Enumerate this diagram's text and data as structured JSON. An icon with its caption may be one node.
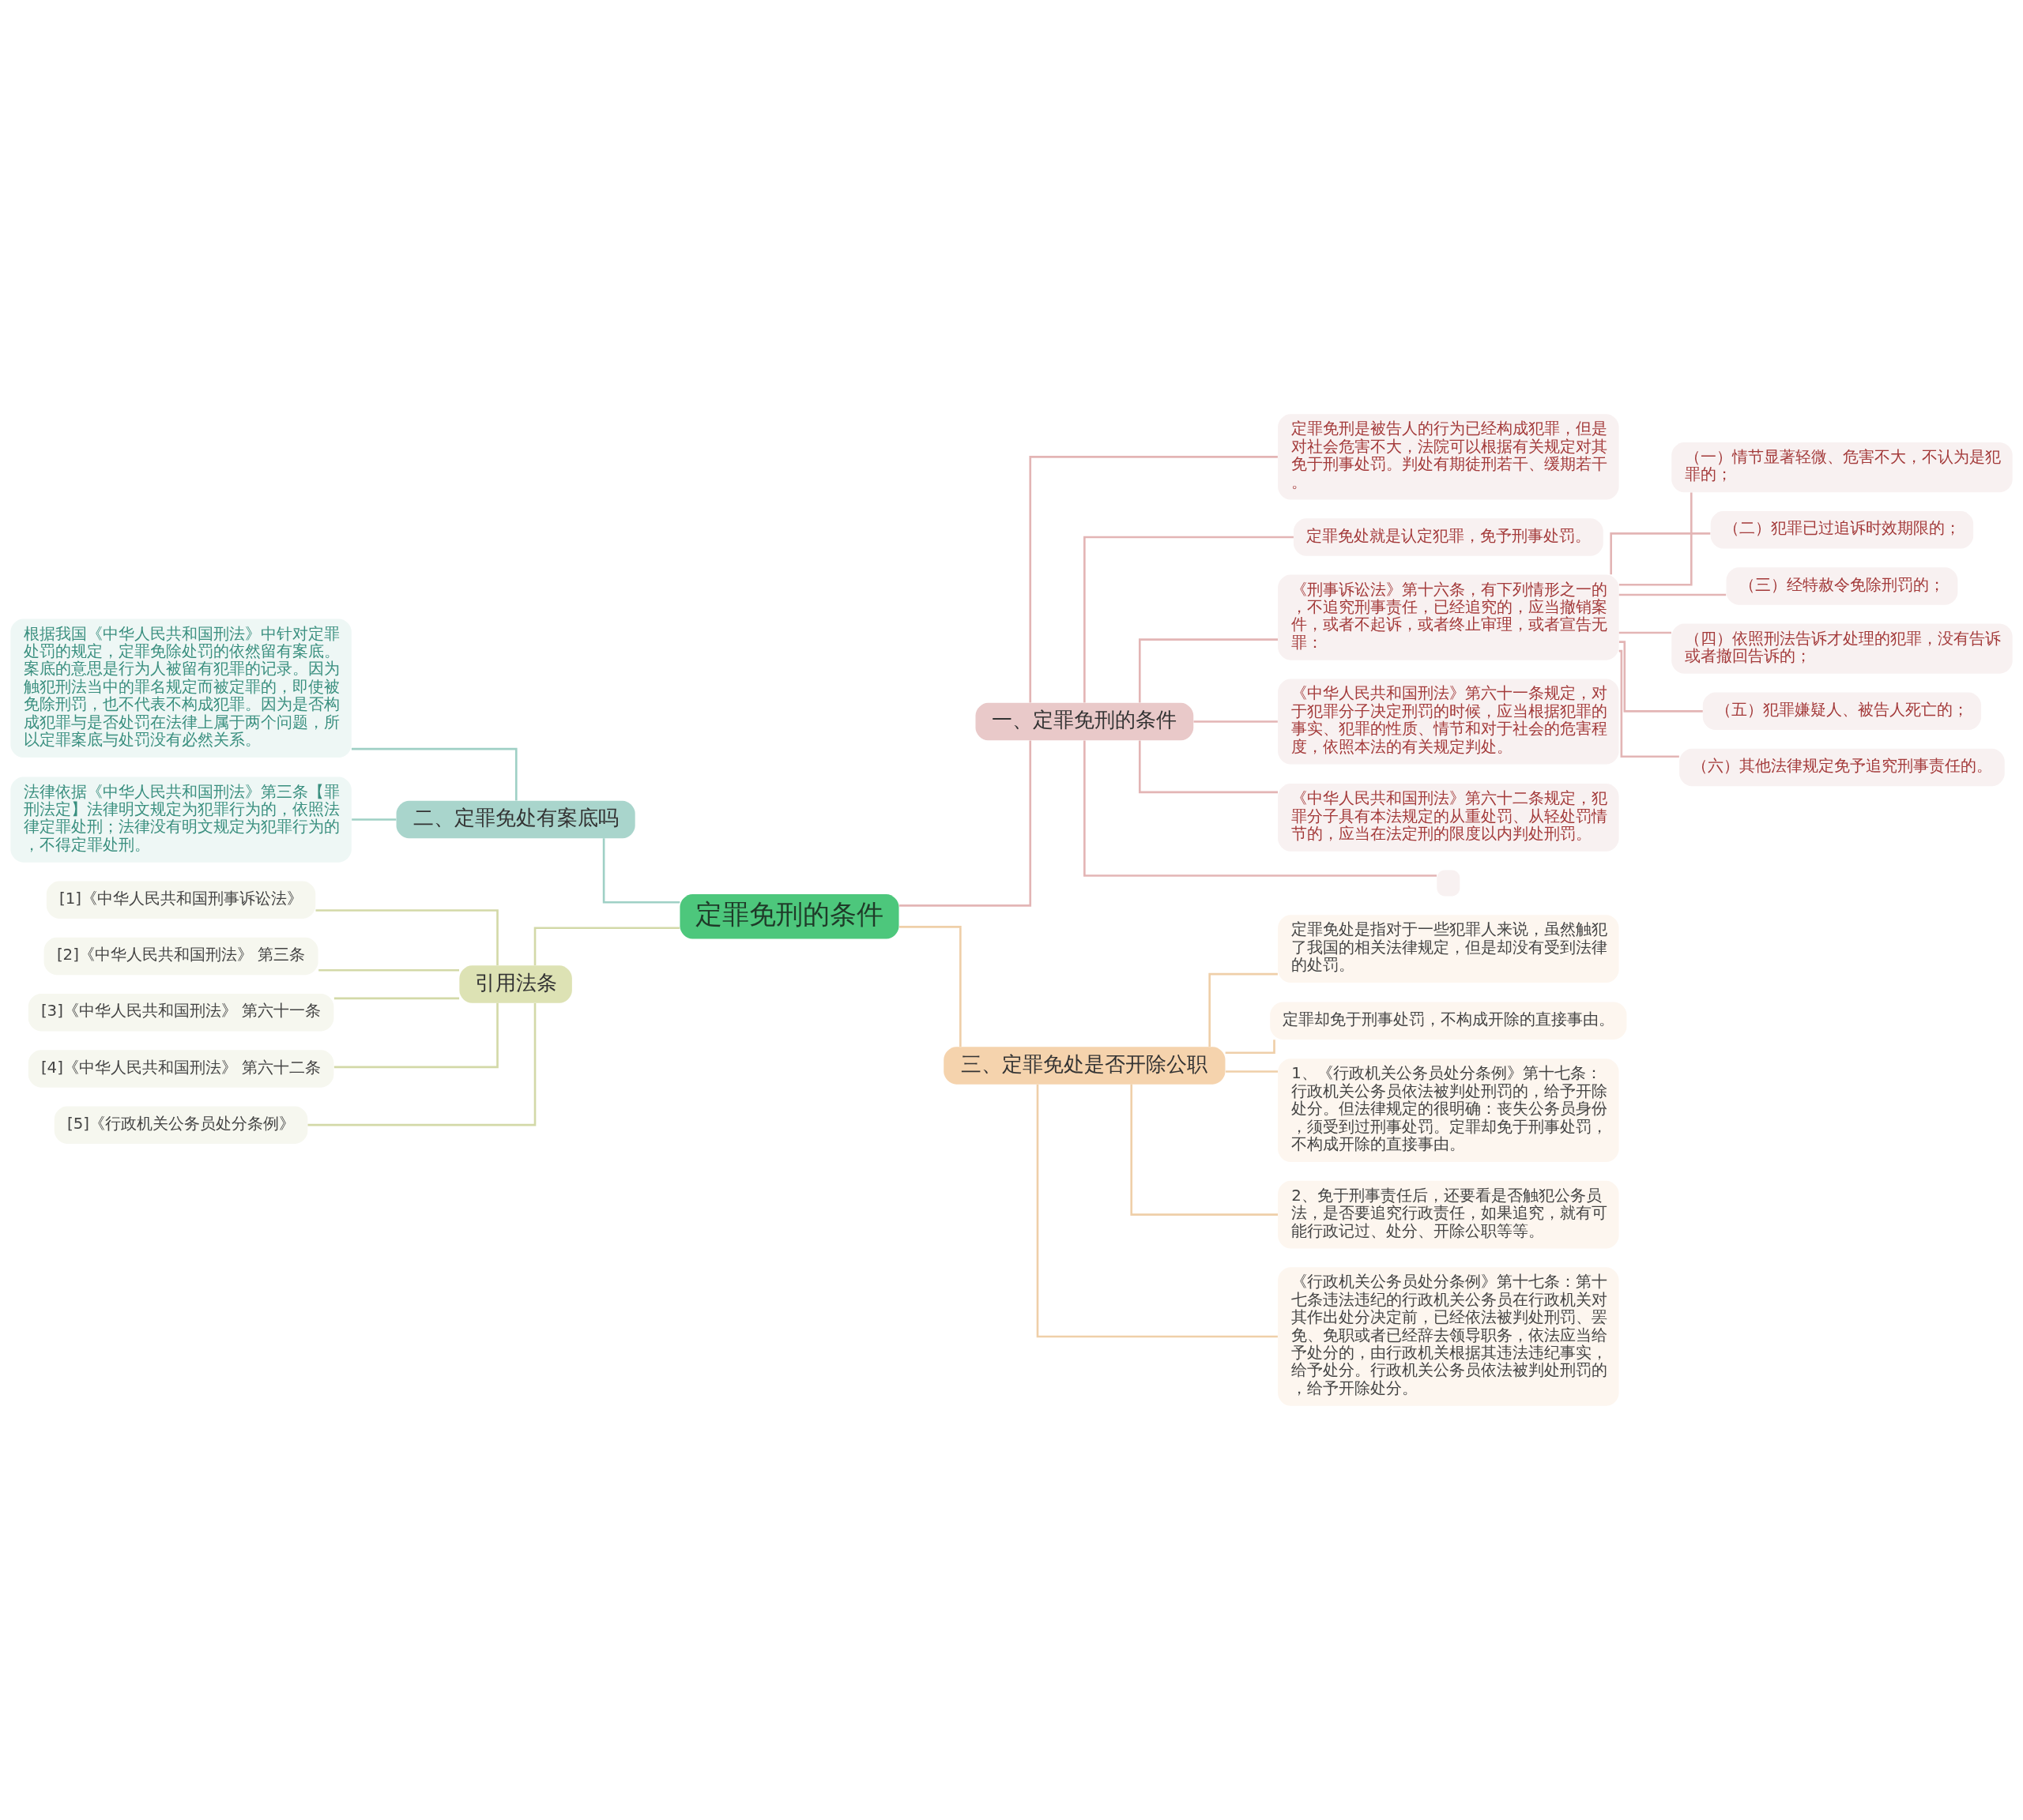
{
  "diagram": {
    "nodes": [
      {
        "text": [
          "定罪免刑的条件"
        ]
      },
      {
        "text": [
          "一、定罪免刑的条件"
        ]
      },
      {
        "text": [
          "定罪免刑是被告人的行为已经构成犯罪，但是对社会危害不大，法院可以根据有关规定对其免于刑事处罚。判处有期徒刑若干、缓期若干。"
        ]
      },
      {
        "text": [
          "定罪免处就是认定犯罪，免予刑事处罚。"
        ]
      },
      {
        "text": [
          "《刑事诉讼法》第十六条，有下列情形之一的，不追究刑事责任，已经追究的，应当撤销案件，或者不起诉，或者终止审理，或者宣告无罪："
        ]
      },
      {
        "text": [
          "（一）情节显著轻微、危害不大，不认为是犯罪的；"
        ]
      },
      {
        "text": [
          "（二）犯罪已过追诉时效期限的；"
        ]
      },
      {
        "text": [
          "（三）经特赦令免除刑罚的；"
        ]
      },
      {
        "text": [
          "（四）依照刑法告诉才处理的犯罪，没有告诉或者撤回告诉的；"
        ]
      },
      {
        "text": [
          "（五）犯罪嫌疑人、被告人死亡的；"
        ]
      },
      {
        "text": [
          "（六）其他法律规定免予追究刑事责任的。"
        ]
      },
      {
        "text": [
          "《中华人民共和国刑法》第六十一条规定，对于犯罪分子决定刑罚的时候，应当根据犯罪的事实、犯罪的性质、情节和对于社会的危害程度，依照本法的有关规定判处。"
        ]
      },
      {
        "text": [
          "《中华人民共和国刑法》第六十二条规定，犯罪分子具有本法规定的从重处罚、从轻处罚情节的，应当在法定刑的限度以内判处刑罚。"
        ]
      },
      {
        "text": [],
        "shape": "box"
      },
      {
        "text": [
          "二、定罪免处有案底吗"
        ]
      },
      {
        "text": [
          "根据我国《中华人民共和国刑法》中针对定罪处罚的规定，定罪免除处罚的依然留有案底。案底的意思是行为人被留有犯罪的记录。因为触犯刑法当中的罪名规定而被定罪的，即使被免除刑罚，也不代表不构成犯罪。因为是否构成犯罪与是否处罚在法律上属于两个问题，所以定罪案底与处罚没有必然关系。"
        ]
      },
      {
        "text": [
          "法律依据《中华人民共和国刑法》第三条【罪刑法定】法律明文规定为犯罪行为的，依照法律定罪处刑；法律没有明文规定为犯罪行为的，不得定罪处刑。"
        ]
      },
      {
        "text": [
          "引用法条"
        ]
      },
      {
        "text": [
          "[1]《中华人民共和国刑事诉讼法》"
        ]
      },
      {
        "text": [
          "[2]《中华人民共和国刑法》 第三条"
        ]
      },
      {
        "text": [
          "[3]《中华人民共和国刑法》 第六十一条"
        ]
      },
      {
        "text": [
          "[4]《中华人民共和国刑法》 第六十二条"
        ]
      },
      {
        "text": [
          "[5]《行政机关公务员处分条例》"
        ]
      },
      {
        "text": [
          "三、定罪免处是否开除公职"
        ]
      },
      {
        "text": [
          "定罪免处是指对于一些犯罪人来说，虽然触犯了我国的相关法律规定，但是却没有受到法律的处罚。"
        ]
      },
      {
        "text": [
          "定罪却免于刑事处罚，不构成开除的直接事由。"
        ]
      },
      {
        "text": [
          "1、《行政机关公务员处分条例》第十七条：行政机关公务员依法被判处刑罚的，给予开除处分。但法律规定的很明确：丧失公务员身份，须受到过刑事处罚。定罪却免于刑事处罚，不构成开除的直接事由。"
        ]
      },
      {
        "text": [
          "2、免于刑事责任后，还要看是否触犯公务员法，是否要追究行政责任，如果追究，就有可能行政记过、处分、开除公职等等。"
        ]
      },
      {
        "text": [
          "《行政机关公务员处分条例》第十七条：第十七条违法违纪的行政机关公务员在行政机关对其作出处分决定前，已经依法被判处刑罚、罢免、免职或者已经辞去领导职务，依法应当给予处分的，由行政机关根据其违法违纪事实，给予处分。行政机关公务员依法被判处刑罚的，给予开除处分。"
        ]
      }
    ],
    "edges": [
      {
        "from": 0,
        "to": 1,
        "arrow": "none"
      },
      {
        "from": 1,
        "to": 2,
        "arrow": "none"
      },
      {
        "from": 1,
        "to": 3,
        "arrow": "none"
      },
      {
        "from": 1,
        "to": 4,
        "arrow": "none"
      },
      {
        "from": 4,
        "to": 5,
        "arrow": "none"
      },
      {
        "from": 4,
        "to": 6,
        "arrow": "none"
      },
      {
        "from": 4,
        "to": 7,
        "arrow": "none"
      },
      {
        "from": 4,
        "to": 8,
        "arrow": "none"
      },
      {
        "from": 4,
        "to": 9,
        "arrow": "none"
      },
      {
        "from": 4,
        "to": 10,
        "arrow": "none"
      },
      {
        "from": 1,
        "to": 11,
        "arrow": "none"
      },
      {
        "from": 1,
        "to": 12,
        "arrow": "none"
      },
      {
        "from": 1,
        "to": 13,
        "arrow": "none"
      },
      {
        "from": 0,
        "to": 14,
        "arrow": "none"
      },
      {
        "from": 14,
        "to": 15,
        "arrow": "none"
      },
      {
        "from": 14,
        "to": 16,
        "arrow": "none"
      },
      {
        "from": 0,
        "to": 17,
        "arrow": "none"
      },
      {
        "from": 17,
        "to": 18,
        "arrow": "none"
      },
      {
        "from": 17,
        "to": 19,
        "arrow": "none"
      },
      {
        "from": 17,
        "to": 20,
        "arrow": "none"
      },
      {
        "from": 17,
        "to": 21,
        "arrow": "none"
      },
      {
        "from": 17,
        "to": 22,
        "arrow": "none"
      },
      {
        "from": 0,
        "to": 23,
        "arrow": "none"
      },
      {
        "from": 23,
        "to": 24,
        "arrow": "none"
      },
      {
        "from": 23,
        "to": 25,
        "arrow": "none"
      },
      {
        "from": 23,
        "to": 26,
        "arrow": "none"
      },
      {
        "from": 23,
        "to": 27,
        "arrow": "none"
      },
      {
        "from": 23,
        "to": 28,
        "arrow": "none"
      }
    ]
  }
}
